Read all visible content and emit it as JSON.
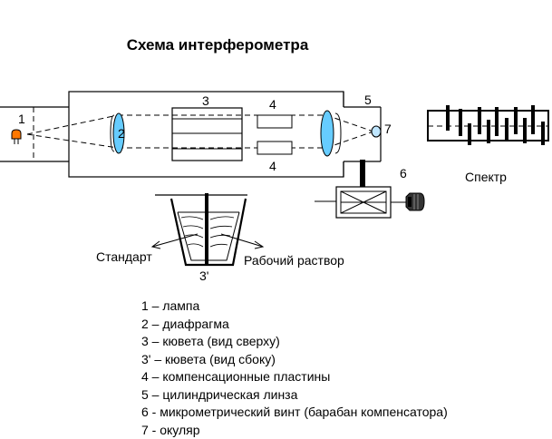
{
  "title": "Схема интерферометра",
  "labels": {
    "lamp": "1",
    "diaphragm": "2",
    "cuvette_top": "3",
    "plate_top": "4",
    "plate_bottom": "4",
    "lens": "5",
    "ocular": "7",
    "screw": "6",
    "cuvette_side": "3'",
    "standard": "Стандарт",
    "working": "Рабочий раствор",
    "spectrum": "Спектр"
  },
  "legend": [
    "1 – лампа",
    "2 – диафрагма",
    "3 – кювета (вид сверху)",
    "3' – кювета (вид сбоку)",
    "4 – компенсационные пластины",
    "5 – цилиндрическая линза",
    "6 - микрометрический винт (барабан компенсатора)",
    "7 - окуляр"
  ],
  "colors": {
    "lens_fill": "#66ccff",
    "lamp_fill": "#ff7700",
    "ocular_fill": "#bfe6ff"
  }
}
